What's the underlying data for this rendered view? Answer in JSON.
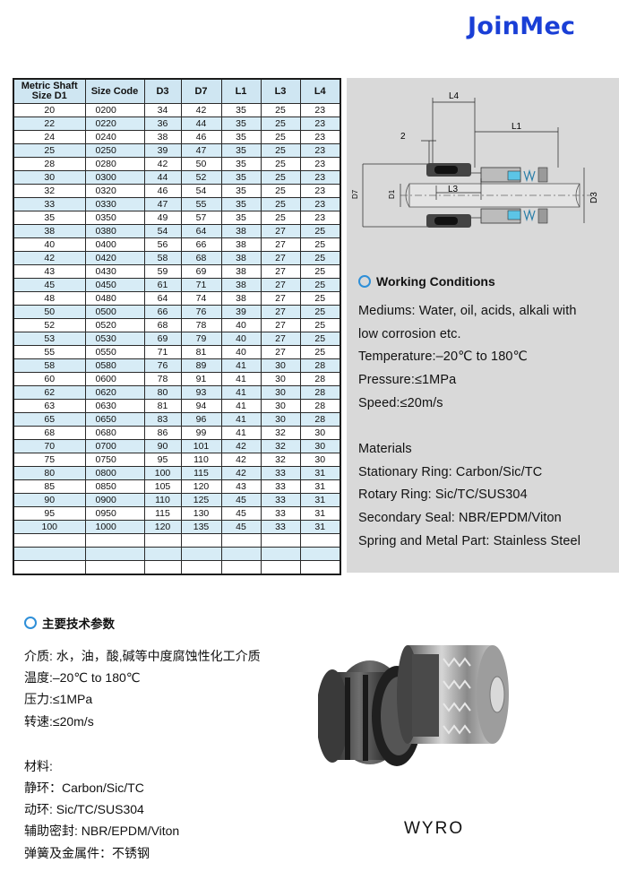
{
  "brand": {
    "logo": "JoinMec"
  },
  "table": {
    "headers": [
      "Metric Shaft Size D1",
      "Size Code",
      "D3",
      "D7",
      "L1",
      "L3",
      "L4"
    ],
    "rows": [
      [
        "20",
        "0200",
        "34",
        "42",
        "35",
        "25",
        "23"
      ],
      [
        "22",
        "0220",
        "36",
        "44",
        "35",
        "25",
        "23"
      ],
      [
        "24",
        "0240",
        "38",
        "46",
        "35",
        "25",
        "23"
      ],
      [
        "25",
        "0250",
        "39",
        "47",
        "35",
        "25",
        "23"
      ],
      [
        "28",
        "0280",
        "42",
        "50",
        "35",
        "25",
        "23"
      ],
      [
        "30",
        "0300",
        "44",
        "52",
        "35",
        "25",
        "23"
      ],
      [
        "32",
        "0320",
        "46",
        "54",
        "35",
        "25",
        "23"
      ],
      [
        "33",
        "0330",
        "47",
        "55",
        "35",
        "25",
        "23"
      ],
      [
        "35",
        "0350",
        "49",
        "57",
        "35",
        "25",
        "23"
      ],
      [
        "38",
        "0380",
        "54",
        "64",
        "38",
        "27",
        "25"
      ],
      [
        "40",
        "0400",
        "56",
        "66",
        "38",
        "27",
        "25"
      ],
      [
        "42",
        "0420",
        "58",
        "68",
        "38",
        "27",
        "25"
      ],
      [
        "43",
        "0430",
        "59",
        "69",
        "38",
        "27",
        "25"
      ],
      [
        "45",
        "0450",
        "61",
        "71",
        "38",
        "27",
        "25"
      ],
      [
        "48",
        "0480",
        "64",
        "74",
        "38",
        "27",
        "25"
      ],
      [
        "50",
        "0500",
        "66",
        "76",
        "39",
        "27",
        "25"
      ],
      [
        "52",
        "0520",
        "68",
        "78",
        "40",
        "27",
        "25"
      ],
      [
        "53",
        "0530",
        "69",
        "79",
        "40",
        "27",
        "25"
      ],
      [
        "55",
        "0550",
        "71",
        "81",
        "40",
        "27",
        "25"
      ],
      [
        "58",
        "0580",
        "76",
        "89",
        "41",
        "30",
        "28"
      ],
      [
        "60",
        "0600",
        "78",
        "91",
        "41",
        "30",
        "28"
      ],
      [
        "62",
        "0620",
        "80",
        "93",
        "41",
        "30",
        "28"
      ],
      [
        "63",
        "0630",
        "81",
        "94",
        "41",
        "30",
        "28"
      ],
      [
        "65",
        "0650",
        "83",
        "96",
        "41",
        "30",
        "28"
      ],
      [
        "68",
        "0680",
        "86",
        "99",
        "41",
        "32",
        "30"
      ],
      [
        "70",
        "0700",
        "90",
        "101",
        "42",
        "32",
        "30"
      ],
      [
        "75",
        "0750",
        "95",
        "110",
        "42",
        "32",
        "30"
      ],
      [
        "80",
        "0800",
        "100",
        "115",
        "42",
        "33",
        "31"
      ],
      [
        "85",
        "0850",
        "105",
        "120",
        "43",
        "33",
        "31"
      ],
      [
        "90",
        "0900",
        "110",
        "125",
        "45",
        "33",
        "31"
      ],
      [
        "95",
        "0950",
        "115",
        "130",
        "45",
        "33",
        "31"
      ],
      [
        "100",
        "1000",
        "120",
        "135",
        "45",
        "33",
        "31"
      ],
      [
        "",
        "",
        "",
        "",
        "",
        "",
        ""
      ],
      [
        "",
        "",
        "",
        "",
        "",
        "",
        ""
      ],
      [
        "",
        "",
        "",
        "",
        "",
        "",
        ""
      ]
    ]
  },
  "diagram": {
    "labels": {
      "l4": "L4",
      "two": "2",
      "l1": "L1",
      "l3": "L3",
      "d7": "D7",
      "d1": "D1",
      "d3": "D3"
    }
  },
  "working": {
    "title": "Working Conditions",
    "lines": [
      "Mediums: Water, oil, acids, alkali with",
      "low corrosion etc.",
      "Temperature:–20℃ to 180℃",
      "Pressure:≤1MPa",
      "Speed:≤20m/s"
    ],
    "materials_title": "Materials",
    "materials": [
      "Stationary Ring: Carbon/Sic/TC",
      "Rotary Ring: Sic/TC/SUS304",
      "Secondary Seal: NBR/EPDM/Viton",
      "Spring and Metal Part: Stainless Steel"
    ]
  },
  "chinese": {
    "title": "主要技术参数",
    "lines": [
      "介质: 水，油，酸,碱等中度腐蚀性化工介质",
      "温度:–20℃ to 180℃",
      "压力:≤1MPa",
      "转速:≤20m/s"
    ],
    "materials_title": "材料:",
    "materials": [
      "静环：Carbon/Sic/TC",
      "动环:  Sic/TC/SUS304",
      "辅助密封: NBR/EPDM/Viton",
      "弹簧及金属件：不锈钢"
    ]
  },
  "product": {
    "caption": "WYRO"
  },
  "colors": {
    "brand": "#1a3fd6",
    "table_header": "#cfe6f2",
    "table_stripe": "#d7ecf6",
    "panel": "#d9d9d9",
    "bullet": "#2e8fd8"
  }
}
